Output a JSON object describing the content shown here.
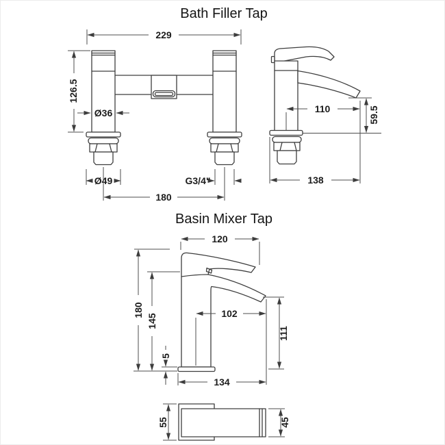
{
  "titles": {
    "bath": "Bath Filler Tap",
    "basin": "Basin Mixer Tap"
  },
  "bath_filler": {
    "overall_width": "229",
    "height": "126.5",
    "body_diameter": "Ø36",
    "base_diameter": "Ø49",
    "tail_centers": "180",
    "thread_size": "G3/4\"",
    "spout_reach": "110",
    "spout_drop": "59.5",
    "depth": "138"
  },
  "basin_mixer": {
    "top_width": "120",
    "overall_height": "180",
    "body_height": "145",
    "plate_thickness": "5",
    "spout_reach": "102",
    "spout_height": "111",
    "depth": "134",
    "plan_plate_depth": "55",
    "plan_body_depth": "45"
  },
  "colors": {
    "line": "#3d3d3d",
    "dimension_line": "#4c4c4c",
    "text": "#1c1c1c",
    "background": "#ffffff"
  }
}
